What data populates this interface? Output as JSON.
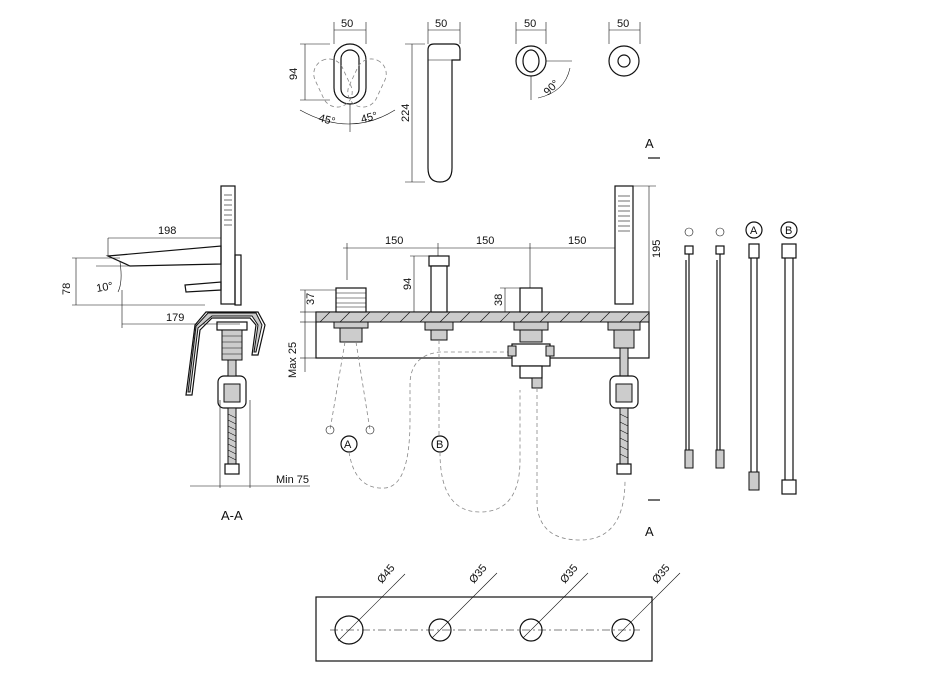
{
  "top_views": {
    "dims": {
      "w1": "50",
      "h1": "94",
      "a1": "45°",
      "a2": "45°",
      "w2": "50",
      "h2": "224",
      "w3": "50",
      "a3": "90°",
      "w4": "50"
    }
  },
  "section": {
    "dims": {
      "reach": "198",
      "height": "78",
      "angle": "10°",
      "depth": "179",
      "min": "Min 75"
    },
    "caption": "A-A"
  },
  "front": {
    "dims": {
      "s1": "150",
      "s2": "150",
      "s3": "150",
      "h94": "94",
      "h37": "37",
      "h38": "38",
      "max": "Max 25",
      "h195": "195"
    },
    "markers": {
      "top": "A",
      "bottom": "A",
      "hoseA": "A",
      "hoseB": "B"
    }
  },
  "hoses": {
    "labels": [
      "A",
      "B"
    ]
  },
  "template": {
    "holes": [
      {
        "label": "Ø45"
      },
      {
        "label": "Ø35"
      },
      {
        "label": "Ø35"
      },
      {
        "label": "Ø35"
      }
    ]
  }
}
